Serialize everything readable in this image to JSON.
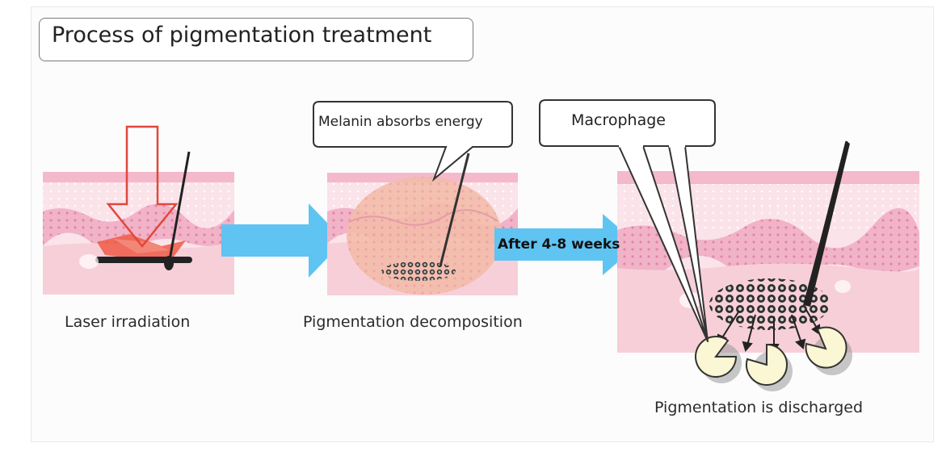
{
  "title": "Process of pigmentation treatment",
  "stages": [
    {
      "caption": "Laser irradiation"
    },
    {
      "caption": "Pigmentation decomposition",
      "callout": "Melanin absorbs energy"
    },
    {
      "caption": "Pigmentation is discharged",
      "callout": "Macrophage"
    }
  ],
  "arrows": [
    {
      "label": ""
    },
    {
      "label": "After 4-8 weeks"
    }
  ],
  "colors": {
    "arrow": "#5fc4f2",
    "skin_light": "#f9d7e0",
    "skin_band": "#f3b6c8",
    "skin_dots": "#e07aa0",
    "laser_red": "#ec3b2e",
    "bubble": "#f4c2b3",
    "macrophage": "#fbf6d3"
  }
}
